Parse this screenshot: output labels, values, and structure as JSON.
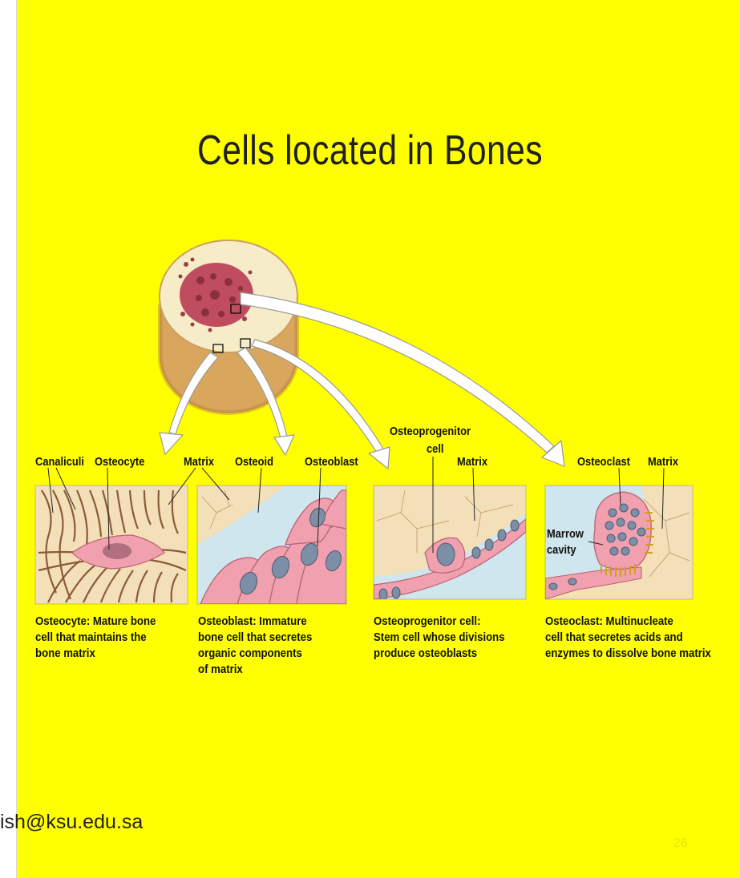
{
  "title": "Cells located in Bones",
  "labels": {
    "canaliculi": "Canaliculi",
    "osteocyte": "Osteocyte",
    "matrix_1": "Matrix",
    "osteoid": "Osteoid",
    "osteoblast": "Osteoblast",
    "osteoprogenitor_1": "Osteoprogenitor",
    "osteoprogenitor_2": "cell",
    "matrix_2": "Matrix",
    "osteoclast": "Osteoclast",
    "matrix_3": "Matrix",
    "marrow_1": "Marrow",
    "marrow_2": "cavity"
  },
  "captions": {
    "osteocyte": [
      "Osteocyte: Mature bone",
      "cell that maintains the",
      "bone matrix"
    ],
    "osteoblast": [
      "Osteoblast:  Immature",
      "bone cell that secretes",
      "organic components",
      "of matrix"
    ],
    "osteoprogenitor": [
      "Osteoprogenitor cell:",
      "Stem cell whose divisions",
      "produce osteoblasts"
    ],
    "osteoclast": [
      "Osteoclast:  Multinucleate",
      "cell that secretes acids and",
      "enzymes to dissolve bone matrix"
    ]
  },
  "footer": {
    "email": "ish@ksu.edu.sa",
    "page_number": "26"
  },
  "colors": {
    "background": "#ffff00",
    "bone": "#f4e2b6",
    "marrow": "#b84a5a",
    "cell_pink": "#f0a0ae",
    "osteoid": "#cfe6ee",
    "nucleus": "#7d8fa6"
  }
}
